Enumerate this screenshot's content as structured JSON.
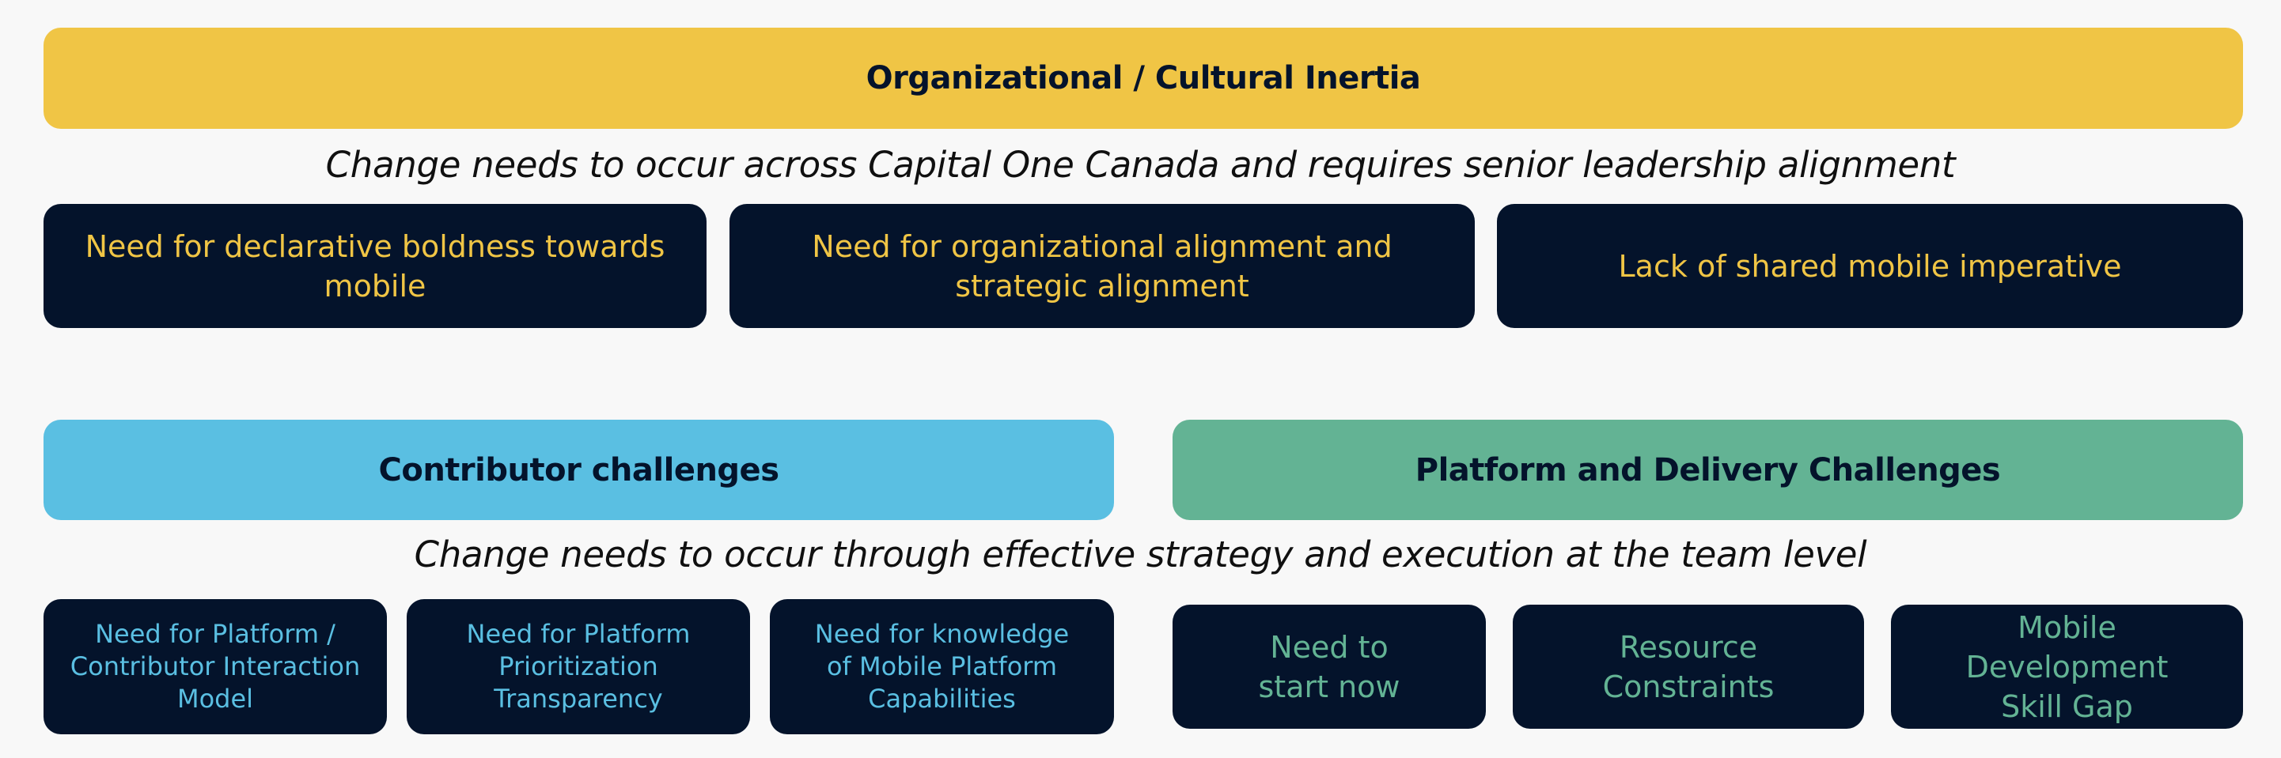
{
  "organizational": {
    "title": "Organizational / Cultural Inertia",
    "subtitle": "Change needs to occur across Capital One Canada and requires senior leadership alignment",
    "items": [
      {
        "label": "Need for declarative boldness towards mobile"
      },
      {
        "label": "Need for organizational alignment and strategic alignment"
      },
      {
        "label": "Lack of shared mobile imperative"
      }
    ]
  },
  "contributor": {
    "title": "Contributor challenges",
    "items": [
      {
        "label": "Need for Platform / Contributor Interaction Model"
      },
      {
        "label": "Need for Platform Prioritization Transparency"
      },
      {
        "label": "Need for knowledge of Mobile Platform Capabilities"
      }
    ]
  },
  "platform": {
    "title": "Platform and Delivery Challenges",
    "items": [
      {
        "label": "Need to start now"
      },
      {
        "label": "Resource Constraints"
      },
      {
        "label": "Mobile Development Skill Gap"
      }
    ]
  },
  "team_subtitle": "Change needs to occur through effective strategy and execution at the team level",
  "colors": {
    "org_bar": "#f0c545",
    "contributor_bar": "#5abfe2",
    "platform_bar": "#63b394",
    "box_bg": "#04132b"
  }
}
